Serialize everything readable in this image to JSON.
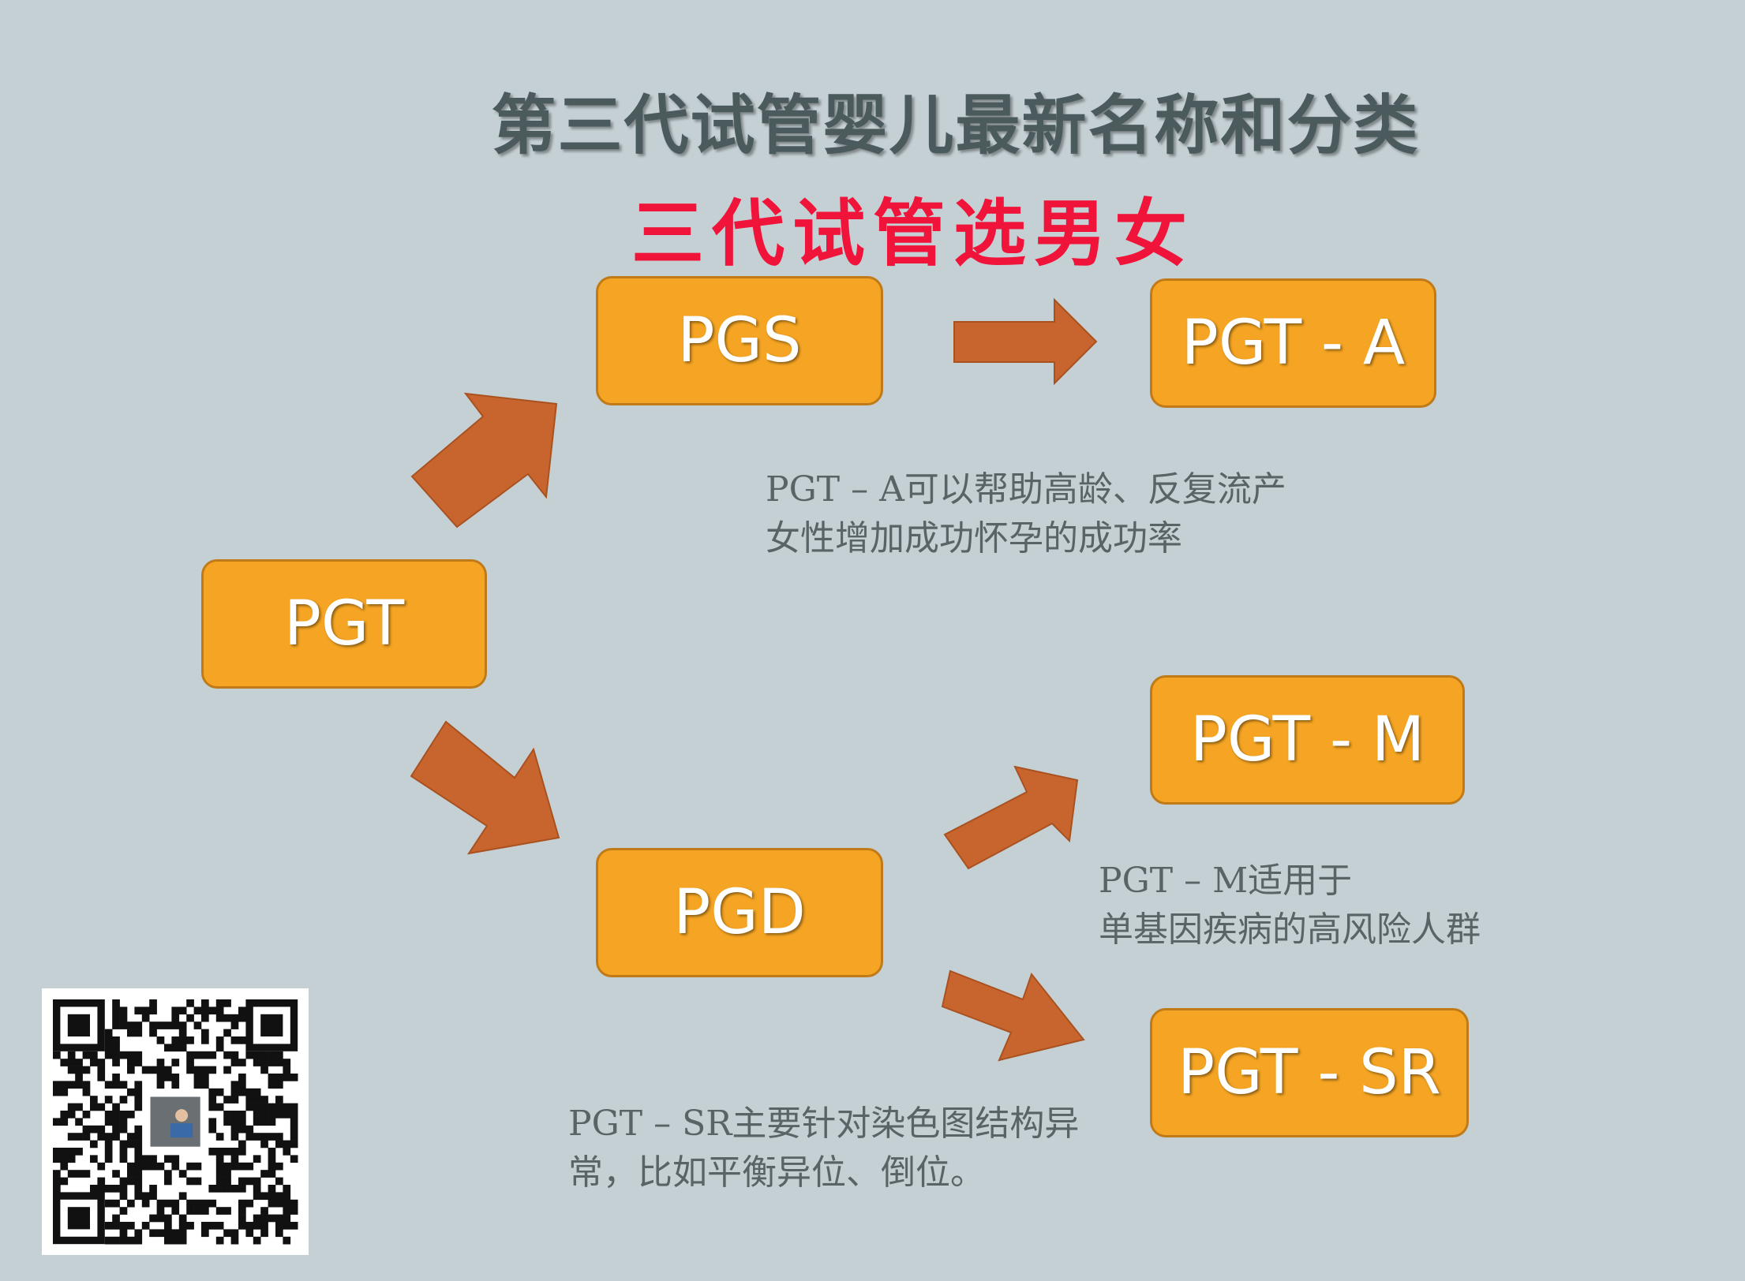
{
  "title": "第三代试管婴儿最新名称和分类",
  "subtitle": "三代试管选男女",
  "nodes": {
    "pgt": "PGT",
    "pgs": "PGS",
    "pgd": "PGD",
    "pgt_a": "PGT - A",
    "pgt_m": "PGT - M",
    "pgt_sr": "PGT - SR"
  },
  "notes": {
    "pgt_a": [
      "PGT – A可以帮助高龄、反复流产",
      "女性增加成功怀孕的成功率"
    ],
    "pgt_m": [
      "PGT – M适用于",
      "单基因疾病的高风险人群"
    ],
    "pgt_sr": [
      "PGT – SR主要针对染色图结构异",
      "常，比如平衡异位、倒位。"
    ]
  },
  "colors": {
    "background": "#c5d0d5",
    "node_fill": "#f5a523",
    "arrow": "#c8652f",
    "title": "#4b5a5c",
    "subtitle": "#f0143a"
  }
}
